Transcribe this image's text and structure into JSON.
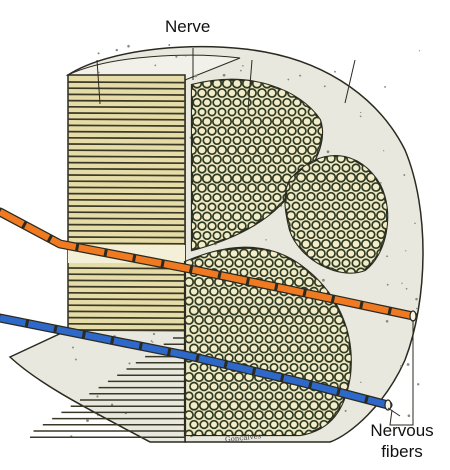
{
  "title": "Nerve",
  "fibers_label": "Nervous fibers",
  "signature": "Gonçalves",
  "colors": {
    "background": "#ffffff",
    "epineurium": "#e8e8de",
    "fascicle_fill": "#ece7c4",
    "fiber_ring": "#2f3a22",
    "fiber_core": "#f2ecc8",
    "stripe_light": "#e6dca8",
    "stripe_dark": "#3a3826",
    "nerve_fiber_orange": "#f07a22",
    "nerve_fiber_blue": "#2e68c8",
    "outline": "#2a2a20"
  }
}
